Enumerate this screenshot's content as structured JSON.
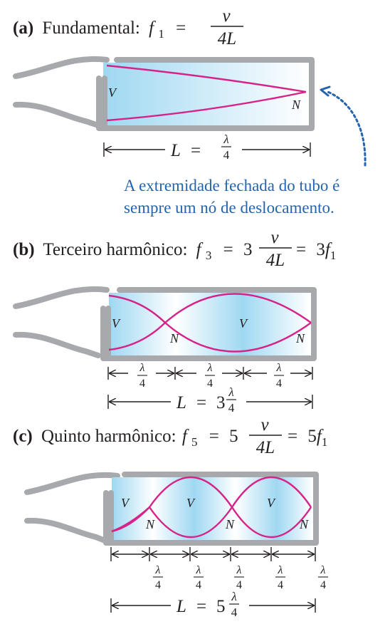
{
  "colors": {
    "tube": "#a7a9ac",
    "wave": "#d6238a",
    "air_dark": "#9fd8f2",
    "air_light": "#ffffff",
    "note_text": "#2464ad",
    "text": "#231f20"
  },
  "panel_a": {
    "tag": "(a)",
    "title": "Fundamental:",
    "f_sym": "f",
    "f_sub": "1",
    "eq": "=",
    "frac_num": "v",
    "frac_den": "4L",
    "node_labels": [
      "V",
      "N"
    ],
    "dim": {
      "L": "L",
      "eq": "=",
      "num": "λ",
      "den": "4"
    }
  },
  "note": {
    "line1": "A extremidade fechada do tubo é",
    "line2": "sempre um nó de deslocamento."
  },
  "panel_b": {
    "tag": "(b)",
    "title": "Terceiro harmônico:",
    "f_sym": "f",
    "f_sub": "3",
    "eq": "=",
    "coef": "3",
    "frac_num": "v",
    "frac_den": "4L",
    "eq2": "=",
    "rhs_coef": "3",
    "rhs_sym": "f",
    "rhs_sub": "1",
    "node_labels": [
      "V",
      "N",
      "V",
      "N"
    ],
    "segments": [
      {
        "num": "λ",
        "den": "4"
      },
      {
        "num": "λ",
        "den": "4"
      },
      {
        "num": "λ",
        "den": "4"
      }
    ],
    "dim": {
      "L": "L",
      "eq": "=",
      "coef": "3",
      "num": "λ",
      "den": "4"
    }
  },
  "panel_c": {
    "tag": "(c)",
    "title": "Quinto harmônico:",
    "f_sym": "f",
    "f_sub": "5",
    "eq": "=",
    "coef": "5",
    "frac_num": "v",
    "frac_den": "4L",
    "eq2": "=",
    "rhs_coef": "5",
    "rhs_sym": "f",
    "rhs_sub": "1",
    "node_labels": [
      "V",
      "N",
      "V",
      "N",
      "V",
      "N"
    ],
    "segments": [
      {
        "num": "λ",
        "den": "4"
      },
      {
        "num": "λ",
        "den": "4"
      },
      {
        "num": "λ",
        "den": "4"
      },
      {
        "num": "λ",
        "den": "4"
      },
      {
        "num": "λ",
        "den": "4"
      }
    ],
    "dim": {
      "L": "L",
      "eq": "=",
      "coef": "5",
      "num": "λ",
      "den": "4"
    }
  }
}
